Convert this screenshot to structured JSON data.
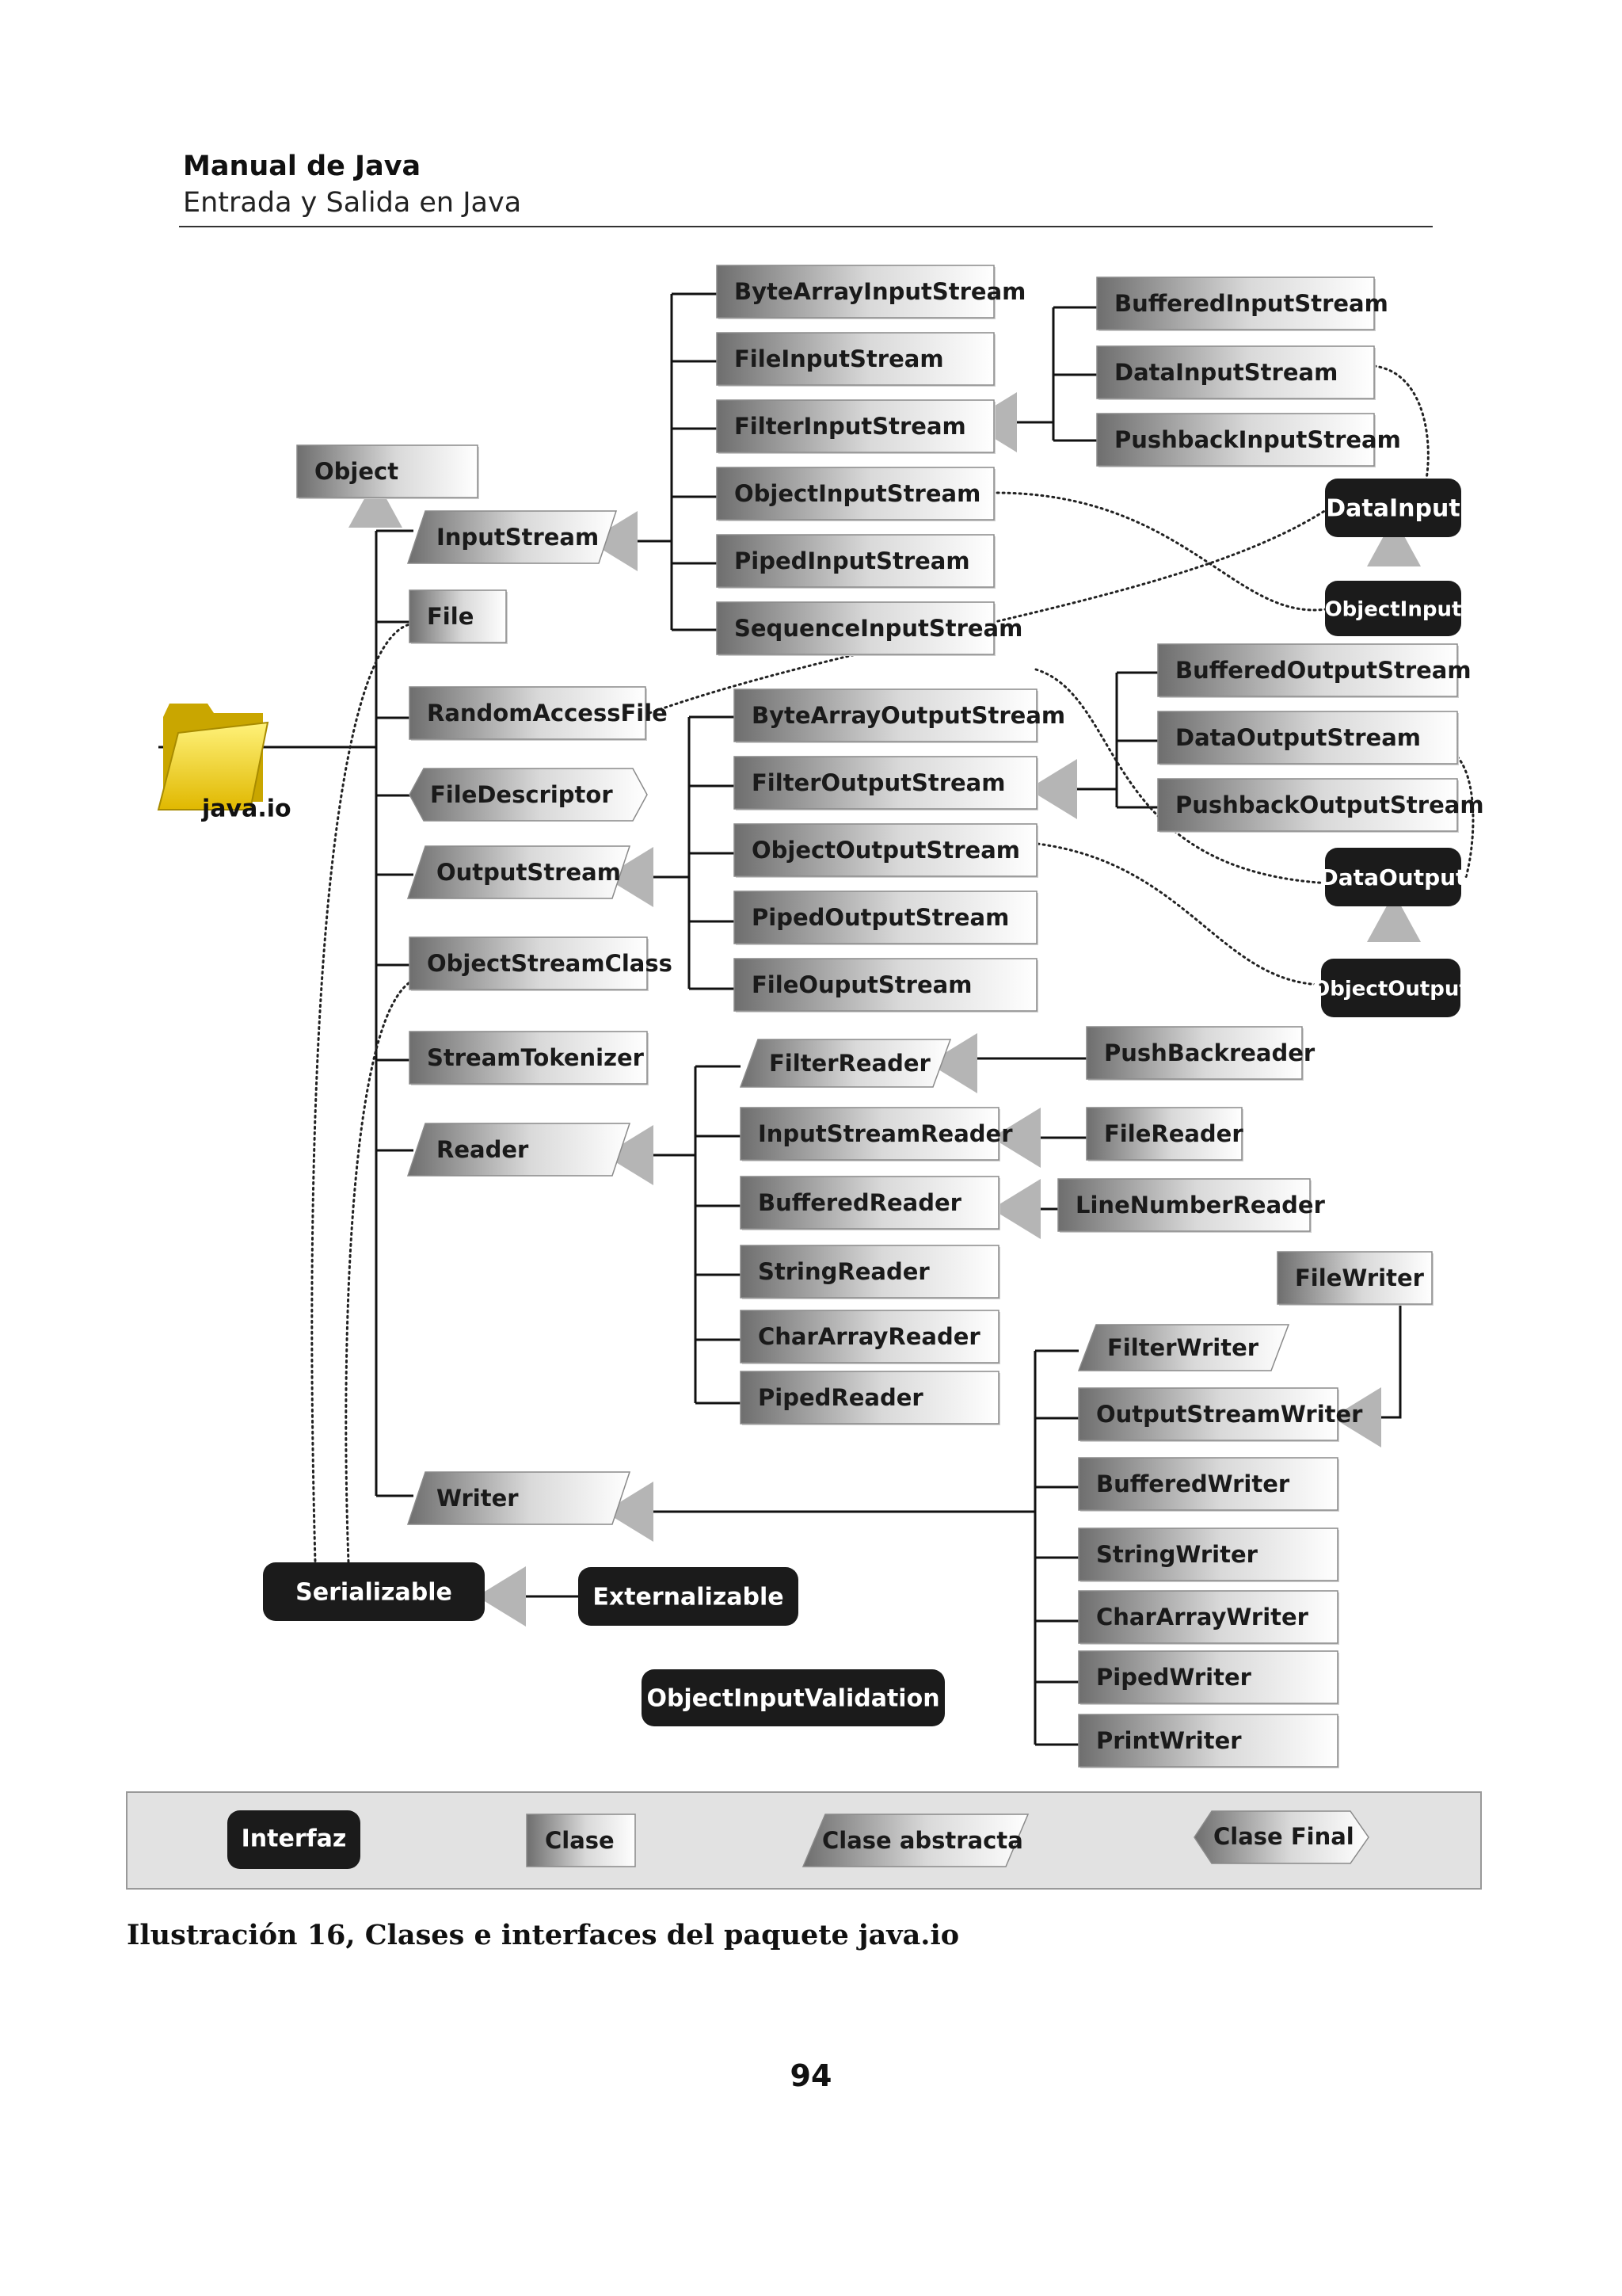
{
  "header": {
    "title": "Manual de Java",
    "subtitle": "Entrada y Salida en Java"
  },
  "diagram": {
    "root": "java.io",
    "object": "Object",
    "input_stream": {
      "base": "InputStream",
      "children": [
        "ByteArrayInputStream",
        "FileInputStream",
        "FilterInputStream",
        "ObjectInputStream",
        "PipedInputStream",
        "SequenceInputStream"
      ],
      "filter_children": [
        "BufferedInputStream",
        "DataInputStream",
        "PushbackInputStream"
      ]
    },
    "output_stream": {
      "base": "OutputStream",
      "children": [
        "ByteArrayOutputStream",
        "FilterOutputStream",
        "ObjectOutputStream",
        "PipedOutputStream",
        "FileOuputStream"
      ],
      "filter_children": [
        "BufferedOutputStream",
        "DataOutputStream",
        "PushbackOutputStream"
      ]
    },
    "other_classes": [
      "File",
      "RandomAccessFile",
      "FileDescriptor",
      "ObjectStreamClass",
      "StreamTokenizer"
    ],
    "reader": {
      "base": "Reader",
      "children": [
        "FilterReader",
        "InputStreamReader",
        "BufferedReader",
        "StringReader",
        "CharArrayReader",
        "PipedReader"
      ],
      "sub": [
        "PushBackreader",
        "FileReader",
        "LineNumberReader"
      ]
    },
    "writer": {
      "base": "Writer",
      "children": [
        "FilterWriter",
        "OutputStreamWriter",
        "BufferedWriter",
        "StringWriter",
        "CharArrayWriter",
        "PipedWriter",
        "PrintWriter"
      ],
      "sub": [
        "FileWriter"
      ]
    },
    "interfaces": [
      "DataInput",
      "ObjectInput",
      "DataOutput",
      "ObjectOutput",
      "Serializable",
      "Externalizable",
      "ObjectInputValidation"
    ]
  },
  "legend": {
    "interface": "Interfaz",
    "class": "Clase",
    "abstract_class": "Clase abstracta",
    "final_class": "Clase Final"
  },
  "caption": "Ilustración 16, Clases e interfaces del paquete java.io",
  "page_number": "94",
  "colors": {
    "interface_fill": "#1b1b1b",
    "arrow_fill": "#b5b5b5",
    "legend_bg": "#e2e2e2",
    "folder": "#f4d400"
  }
}
